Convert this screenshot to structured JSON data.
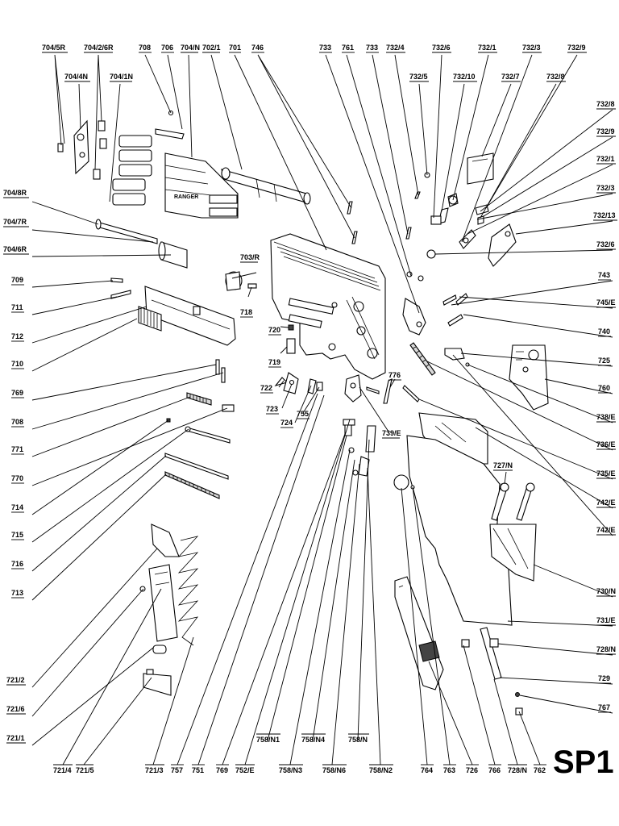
{
  "sheet_id": "SP1",
  "brand_mark": "RANGER",
  "labels": {
    "704_5R": "704/5R",
    "704_4N": "704/4N",
    "704_2_6R": "704/2/6R",
    "704_1N": "704/1N",
    "708_top": "708",
    "706": "706",
    "704_N": "704/N",
    "702_1": "702/1",
    "701": "701",
    "746": "746",
    "733_a": "733",
    "761": "761",
    "733_b": "733",
    "732_4": "732/4",
    "732_5": "732/5",
    "732_6": "732/6",
    "732_10": "732/10",
    "732_1_top": "732/1",
    "732_7": "732/7",
    "732_3_top": "732/3",
    "732_8_r": "732/8",
    "732_9_top": "732/9",
    "732_8_top": "732/8",
    "732_9_r": "732/9",
    "732_1_r": "732/1",
    "732_3_r": "732/3",
    "732_13": "732/13",
    "732_6_r": "732/6",
    "743": "743",
    "745_E": "745/E",
    "740": "740",
    "725": "725",
    "760": "760",
    "738_E": "738/E",
    "736_E": "736/E",
    "735_E": "735/E",
    "742_E": "742/E",
    "730_N": "730/N",
    "731_E": "731/E",
    "728_N_r": "728/N",
    "729": "729",
    "767": "767",
    "704_8R": "704/8R",
    "704_7R": "704/7R",
    "704_6R": "704/6R",
    "709": "709",
    "711": "711",
    "712": "712",
    "710": "710",
    "769_l": "769",
    "708_l": "708",
    "771": "771",
    "770": "770",
    "714": "714",
    "715": "715",
    "716": "716",
    "713": "713",
    "721_2": "721/2",
    "721_6": "721/6",
    "721_1": "721/1",
    "703_R": "703/R",
    "718": "718",
    "720": "720",
    "719": "719",
    "722": "722",
    "723": "723",
    "724": "724",
    "755": "755",
    "776": "776",
    "739_E": "739/E",
    "727_N": "727/N",
    "721_4": "721/4",
    "721_5": "721/5",
    "721_3": "721/3",
    "757": "757",
    "751": "751",
    "769_b": "769",
    "752_E": "752/E",
    "758_N1": "758/N1",
    "758_N3": "758/N3",
    "758_N4": "758/N4",
    "758_N6": "758/N6",
    "758_N": "758/N",
    "758_N2": "758/N2",
    "764": "764",
    "763": "763",
    "726": "726",
    "766": "766",
    "728_N_b": "728/N",
    "762": "762"
  }
}
